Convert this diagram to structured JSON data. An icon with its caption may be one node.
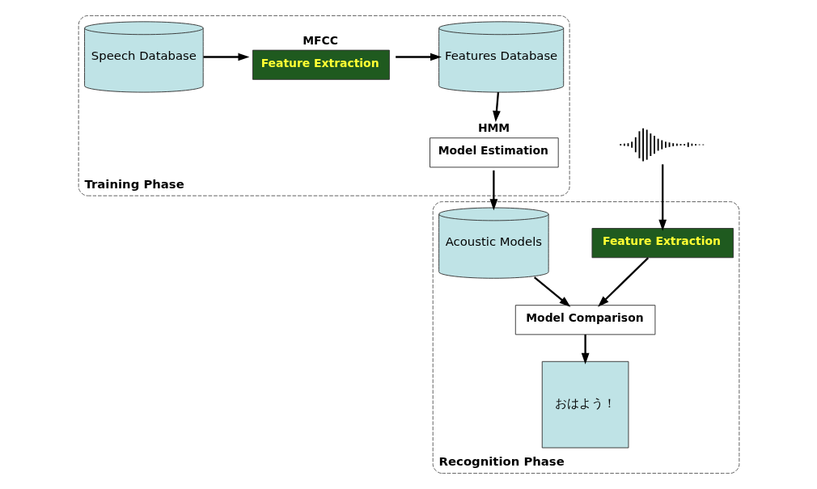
{
  "diagram": {
    "nodes": [
      {
        "text": [
          "Training Phase"
        ]
      },
      {
        "text": [
          "Speech Database"
        ],
        "in": 0
      },
      {
        "text": [
          "Feature Extraction"
        ],
        "beside": [
          "MFCC"
        ],
        "in": 0
      },
      {
        "text": [
          "Features Database"
        ],
        "in": 0
      },
      {
        "text": [
          "Model Estimation"
        ],
        "beside": [
          "HMM"
        ],
        "in": 0
      },
      {
        "text": [
          "Recognition Phase"
        ]
      },
      {
        "text": [],
        "shape": "picture"
      },
      {
        "text": [
          "Acoustic Models"
        ],
        "in": 5
      },
      {
        "text": [
          "Feature Extraction"
        ],
        "in": 5
      },
      {
        "text": [
          "Model Comparison"
        ],
        "in": 5
      },
      {
        "text": [
          "おはよう！"
        ],
        "in": 5
      }
    ],
    "edges": [
      {
        "from": 1,
        "to": 2,
        "arrow": "to"
      },
      {
        "from": 2,
        "to": 3,
        "arrow": "to"
      },
      {
        "from": 3,
        "to": 4,
        "arrow": "to"
      },
      {
        "from": 4,
        "to": 7,
        "arrow": "to"
      },
      {
        "from": 6,
        "to": 8,
        "arrow": "to"
      },
      {
        "from": 7,
        "to": 9,
        "arrow": "to"
      },
      {
        "from": 8,
        "to": 9,
        "arrow": "to"
      },
      {
        "from": 9,
        "to": 10,
        "arrow": "to"
      }
    ]
  }
}
